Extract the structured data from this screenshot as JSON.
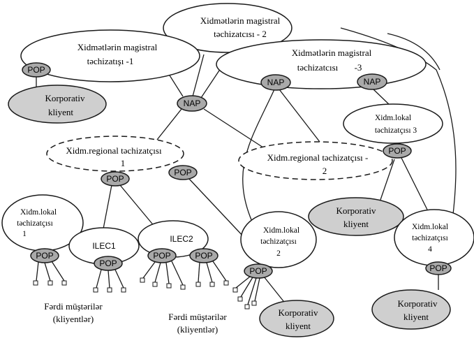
{
  "backbone": {
    "p1": [
      "Xidmətlərin magistral",
      "təchizatışı -1"
    ],
    "p2": [
      "Xidmətlərin magistral",
      "təchizatcısı - 2"
    ],
    "p3": [
      "Xidmətlərin magistral",
      "təchizatcısı",
      "-3"
    ]
  },
  "nap_label": "NAP",
  "pop_label": "POP",
  "regional": {
    "r1": [
      "Xidm.regional təchizatçısı",
      "1"
    ],
    "r2": [
      "Xidm.regional təchizatçısı -",
      "2"
    ]
  },
  "local": {
    "l1": [
      "Xidm.lokal",
      "təchizatçısı",
      "1"
    ],
    "l2": [
      "Xidm.lokal",
      "təchizatçısı",
      "2"
    ],
    "l3": [
      "Xidm.lokal",
      "təchizatçısı 3"
    ],
    "l4": [
      "Xidm.lokal",
      "təchizatçısı",
      "4"
    ]
  },
  "ilec": {
    "i1": "ILEC1",
    "i2": "ILEC2"
  },
  "corporate": [
    "Korporativ",
    "kliyent"
  ],
  "individual": [
    "Fərdi  müştərilər",
    "(kliyentlər)"
  ]
}
